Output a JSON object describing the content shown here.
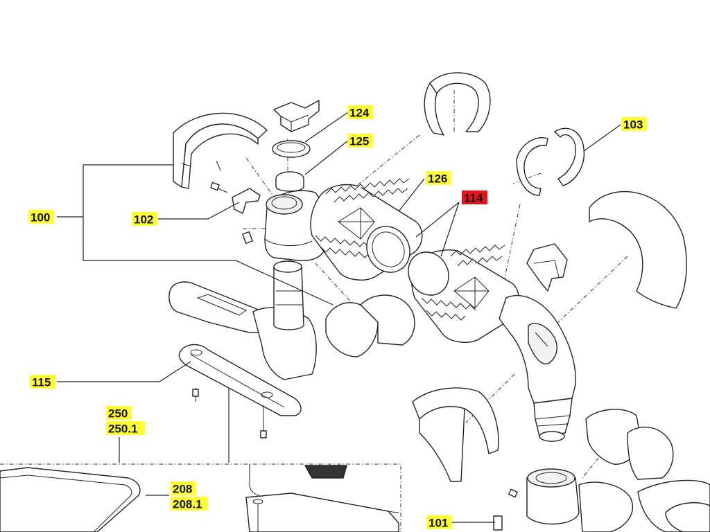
{
  "colors": {
    "label_yellow": "#ffff33",
    "label_red": "#e8141c",
    "line": "#222222"
  },
  "callouts": [
    {
      "id": "c100",
      "text": "100",
      "style": "yellow"
    },
    {
      "id": "c101",
      "text": "101",
      "style": "yellow"
    },
    {
      "id": "c102",
      "text": "102",
      "style": "yellow"
    },
    {
      "id": "c103",
      "text": "103",
      "style": "yellow"
    },
    {
      "id": "c114",
      "text": "114",
      "style": "red"
    },
    {
      "id": "c115",
      "text": "115",
      "style": "yellow"
    },
    {
      "id": "c124",
      "text": "124",
      "style": "yellow"
    },
    {
      "id": "c125",
      "text": "125",
      "style": "yellow"
    },
    {
      "id": "c126",
      "text": "126",
      "style": "yellow"
    },
    {
      "id": "c208",
      "text": "208",
      "style": "yellow"
    },
    {
      "id": "c208_1",
      "text": "208.1",
      "style": "yellow"
    },
    {
      "id": "c250",
      "text": "250",
      "style": "yellow"
    },
    {
      "id": "c250_1",
      "text": "250.1",
      "style": "yellow"
    }
  ]
}
